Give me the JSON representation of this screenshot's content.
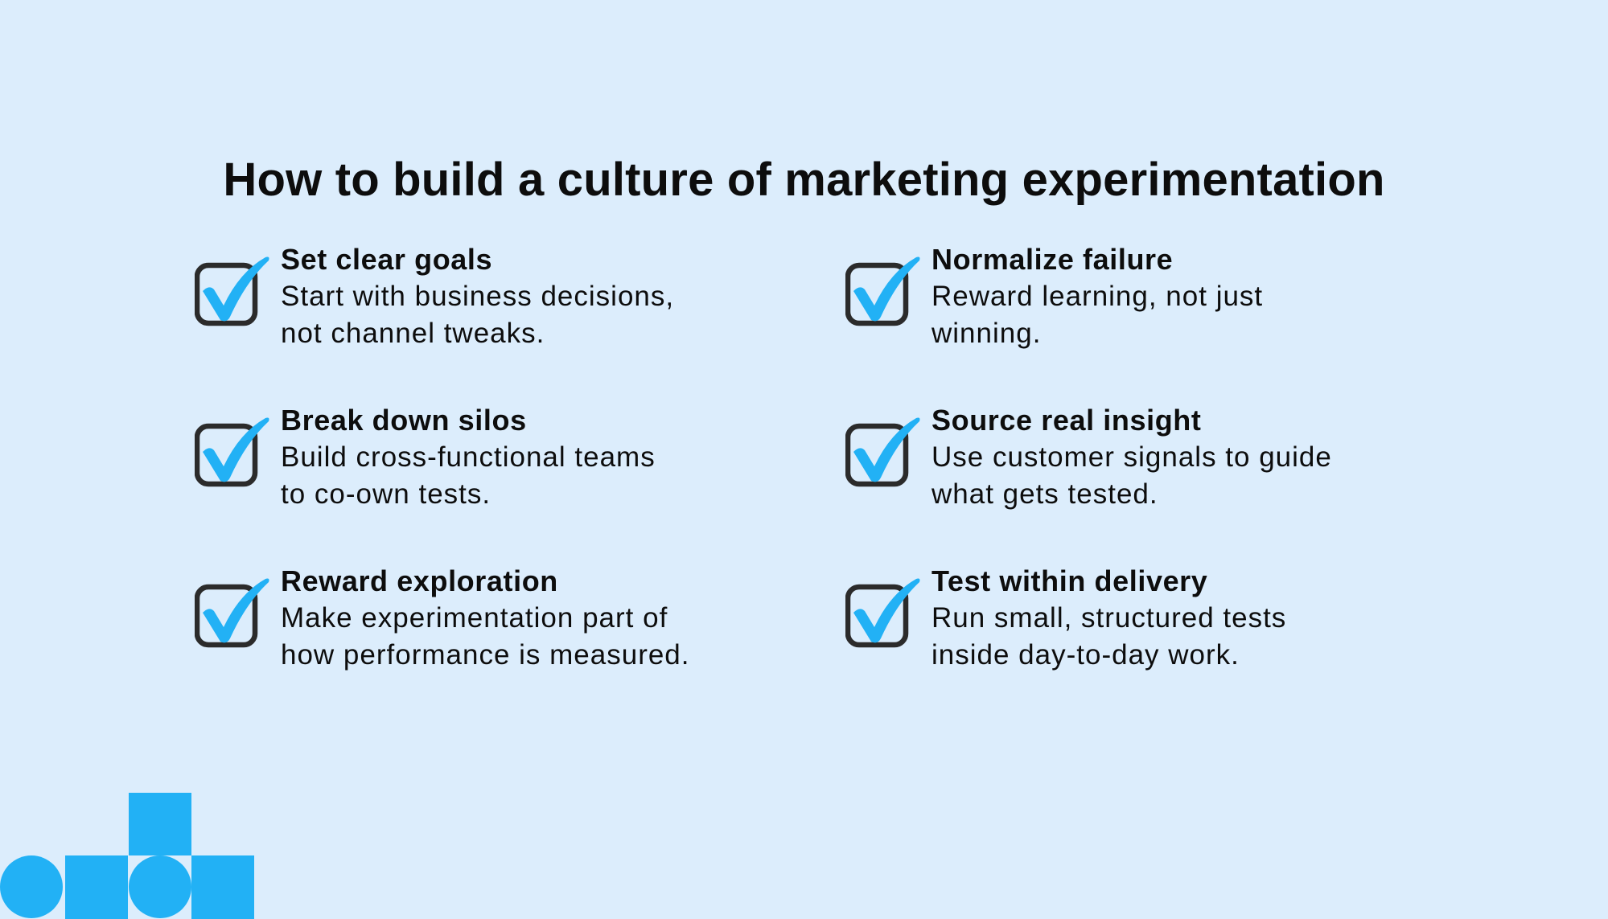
{
  "title": "How to build a culture of marketing experimentation",
  "colors": {
    "background": "#dcedfc",
    "accent": "#22b1f5",
    "box_stroke": "#2b2b2b",
    "text": "#0d0d0d"
  },
  "items": [
    {
      "heading": "Set clear goals",
      "desc_lines": [
        "Start with business decisions,",
        "not channel tweaks."
      ],
      "icon": "checkbox-checked-icon"
    },
    {
      "heading": "Normalize failure",
      "desc_lines": [
        "Reward learning, not just",
        "winning."
      ],
      "icon": "checkbox-checked-icon"
    },
    {
      "heading": "Break down silos",
      "desc_lines": [
        "Build cross-functional teams",
        "to co-own tests."
      ],
      "icon": "checkbox-checked-icon"
    },
    {
      "heading": "Source real insight",
      "desc_lines": [
        "Use customer signals to guide",
        "what gets tested."
      ],
      "icon": "checkbox-checked-icon"
    },
    {
      "heading": "Reward exploration",
      "desc_lines": [
        "Make experimentation part of",
        "how performance is measured."
      ],
      "icon": "checkbox-checked-icon"
    },
    {
      "heading": "Test within delivery",
      "desc_lines": [
        "Run small, structured tests",
        "inside day-to-day work."
      ],
      "icon": "checkbox-checked-icon"
    }
  ],
  "decoration": {
    "shapes": [
      "circle",
      "square",
      "square-top",
      "circle",
      "square"
    ]
  }
}
